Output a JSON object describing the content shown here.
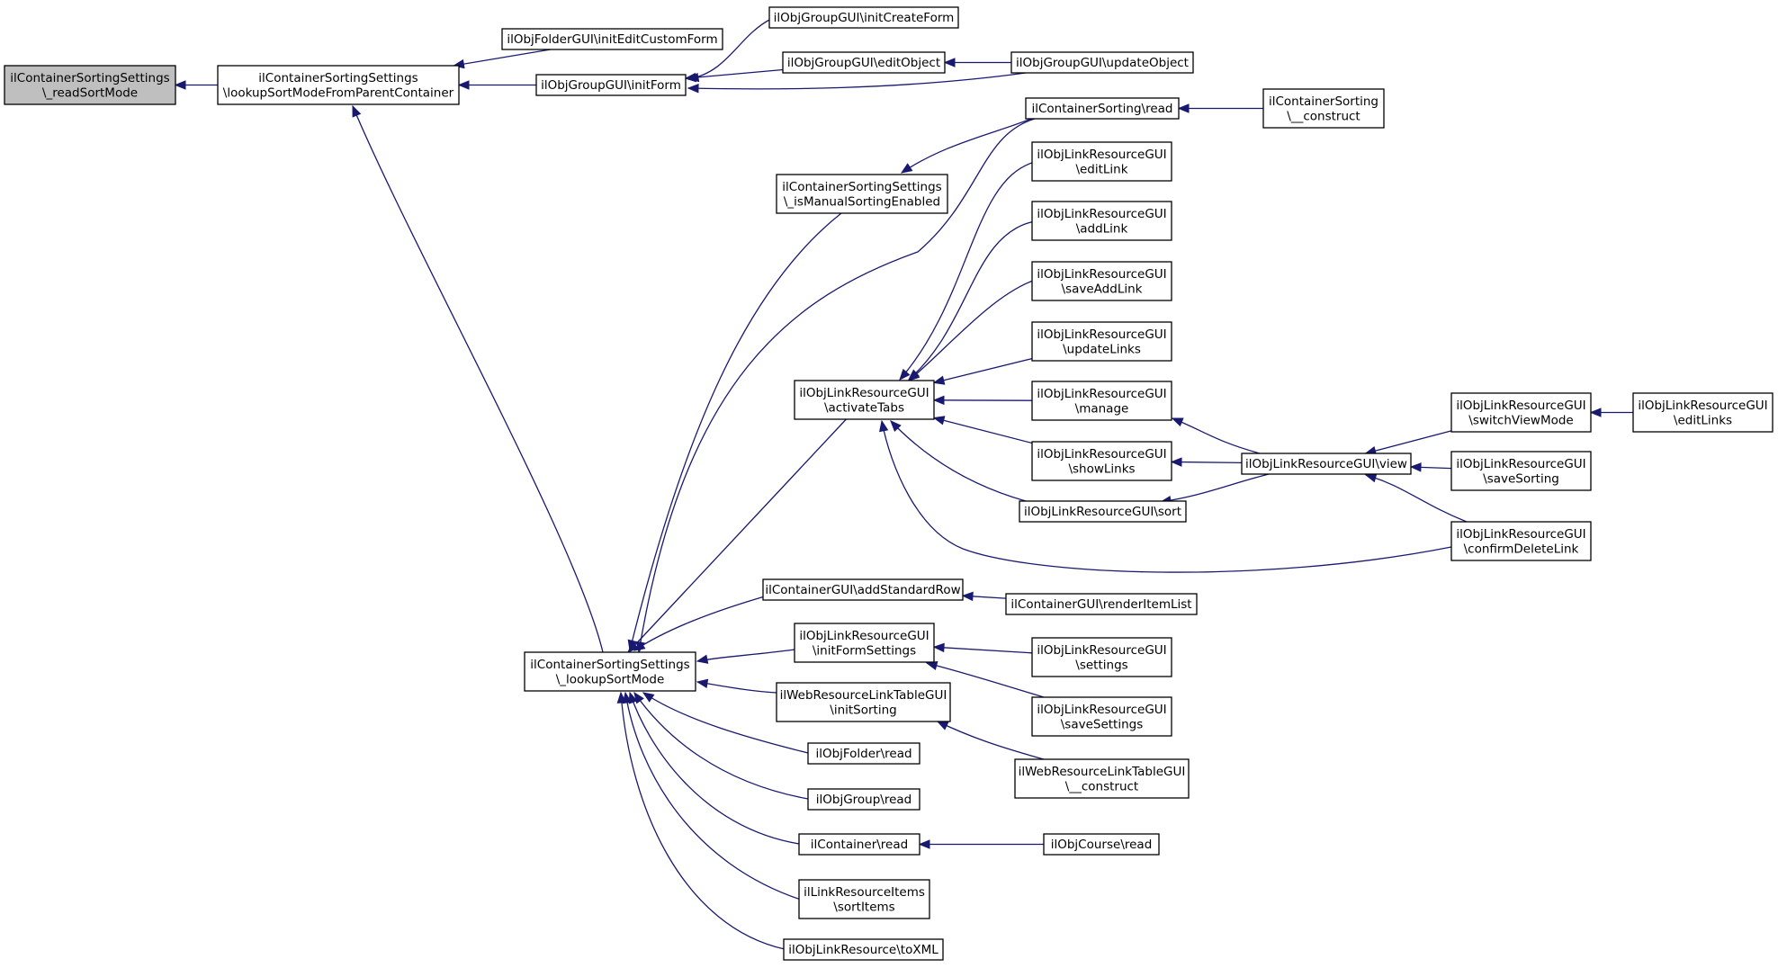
{
  "graph": {
    "nodes": [
      {
        "id": "readSortMode",
        "lines": [
          "ilContainerSortingSettings",
          "\\_readSortMode"
        ],
        "root": true
      },
      {
        "id": "lookupSortModeFromParent",
        "lines": [
          "ilContainerSortingSettings",
          "\\lookupSortModeFromParentContainer"
        ]
      },
      {
        "id": "folderInitEditCustomForm",
        "lines": [
          "ilObjFolderGUI\\initEditCustomForm"
        ]
      },
      {
        "id": "groupInitForm",
        "lines": [
          "ilObjGroupGUI\\initForm"
        ]
      },
      {
        "id": "groupInitCreateForm",
        "lines": [
          "ilObjGroupGUI\\initCreateForm"
        ]
      },
      {
        "id": "groupEditObject",
        "lines": [
          "ilObjGroupGUI\\editObject"
        ]
      },
      {
        "id": "groupUpdateObject",
        "lines": [
          "ilObjGroupGUI\\updateObject"
        ]
      },
      {
        "id": "lookupSortMode",
        "lines": [
          "ilContainerSortingSettings",
          "\\_lookupSortMode"
        ]
      },
      {
        "id": "isManualSortingEnabled",
        "lines": [
          "ilContainerSortingSettings",
          "\\_isManualSortingEnabled"
        ]
      },
      {
        "id": "containerSortingRead",
        "lines": [
          "ilContainerSorting\\read"
        ]
      },
      {
        "id": "containerSortingConstruct",
        "lines": [
          "ilContainerSorting",
          "\\__construct"
        ]
      },
      {
        "id": "lrActivateTabs",
        "lines": [
          "ilObjLinkResourceGUI",
          "\\activateTabs"
        ]
      },
      {
        "id": "lrEditLink",
        "lines": [
          "ilObjLinkResourceGUI",
          "\\editLink"
        ]
      },
      {
        "id": "lrAddLink",
        "lines": [
          "ilObjLinkResourceGUI",
          "\\addLink"
        ]
      },
      {
        "id": "lrSaveAddLink",
        "lines": [
          "ilObjLinkResourceGUI",
          "\\saveAddLink"
        ]
      },
      {
        "id": "lrUpdateLinks",
        "lines": [
          "ilObjLinkResourceGUI",
          "\\updateLinks"
        ]
      },
      {
        "id": "lrManage",
        "lines": [
          "ilObjLinkResourceGUI",
          "\\manage"
        ]
      },
      {
        "id": "lrShowLinks",
        "lines": [
          "ilObjLinkResourceGUI",
          "\\showLinks"
        ]
      },
      {
        "id": "lrSort",
        "lines": [
          "ilObjLinkResourceGUI\\sort"
        ]
      },
      {
        "id": "lrView",
        "lines": [
          "ilObjLinkResourceGUI\\view"
        ]
      },
      {
        "id": "lrSwitchViewMode",
        "lines": [
          "ilObjLinkResourceGUI",
          "\\switchViewMode"
        ]
      },
      {
        "id": "lrEditLinks",
        "lines": [
          "ilObjLinkResourceGUI",
          "\\editLinks"
        ]
      },
      {
        "id": "lrSaveSorting",
        "lines": [
          "ilObjLinkResourceGUI",
          "\\saveSorting"
        ]
      },
      {
        "id": "lrConfirmDeleteLink",
        "lines": [
          "ilObjLinkResourceGUI",
          "\\confirmDeleteLink"
        ]
      },
      {
        "id": "containerAddStandardRow",
        "lines": [
          "ilContainerGUI\\addStandardRow"
        ]
      },
      {
        "id": "containerRenderItemList",
        "lines": [
          "ilContainerGUI\\renderItemList"
        ]
      },
      {
        "id": "lrInitFormSettings",
        "lines": [
          "ilObjLinkResourceGUI",
          "\\initFormSettings"
        ]
      },
      {
        "id": "lrSettings",
        "lines": [
          "ilObjLinkResourceGUI",
          "\\settings"
        ]
      },
      {
        "id": "lrSaveSettings",
        "lines": [
          "ilObjLinkResourceGUI",
          "\\saveSettings"
        ]
      },
      {
        "id": "webResInitSorting",
        "lines": [
          "ilWebResourceLinkTableGUI",
          "\\initSorting"
        ]
      },
      {
        "id": "webResConstruct",
        "lines": [
          "ilWebResourceLinkTableGUI",
          "\\__construct"
        ]
      },
      {
        "id": "folderRead",
        "lines": [
          "ilObjFolder\\read"
        ]
      },
      {
        "id": "groupRead",
        "lines": [
          "ilObjGroup\\read"
        ]
      },
      {
        "id": "containerRead",
        "lines": [
          "ilContainer\\read"
        ]
      },
      {
        "id": "courseRead",
        "lines": [
          "ilObjCourse\\read"
        ]
      },
      {
        "id": "lrItemsSortItems",
        "lines": [
          "ilLinkResourceItems",
          "\\sortItems"
        ]
      },
      {
        "id": "lrToXML",
        "lines": [
          "ilObjLinkResource\\toXML"
        ]
      }
    ],
    "edges": [
      {
        "from": "lookupSortModeFromParent",
        "to": "readSortMode"
      },
      {
        "from": "folderInitEditCustomForm",
        "to": "lookupSortModeFromParent"
      },
      {
        "from": "groupInitForm",
        "to": "lookupSortModeFromParent"
      },
      {
        "from": "groupInitCreateForm",
        "to": "groupInitForm"
      },
      {
        "from": "groupEditObject",
        "to": "groupInitForm"
      },
      {
        "from": "groupUpdateObject",
        "to": "groupInitForm"
      },
      {
        "from": "groupUpdateObject",
        "to": "groupEditObject"
      },
      {
        "from": "lookupSortMode",
        "to": "lookupSortModeFromParent"
      },
      {
        "from": "containerSortingRead",
        "to": "isManualSortingEnabled"
      },
      {
        "from": "containerSortingConstruct",
        "to": "containerSortingRead"
      },
      {
        "from": "isManualSortingEnabled",
        "to": "lookupSortMode"
      },
      {
        "from": "containerSortingRead",
        "to": "lookupSortMode"
      },
      {
        "from": "lrActivateTabs",
        "to": "lookupSortMode"
      },
      {
        "from": "lrEditLink",
        "to": "lrActivateTabs"
      },
      {
        "from": "lrAddLink",
        "to": "lrActivateTabs"
      },
      {
        "from": "lrSaveAddLink",
        "to": "lrActivateTabs"
      },
      {
        "from": "lrUpdateLinks",
        "to": "lrActivateTabs"
      },
      {
        "from": "lrManage",
        "to": "lrActivateTabs"
      },
      {
        "from": "lrShowLinks",
        "to": "lrActivateTabs"
      },
      {
        "from": "lrSort",
        "to": "lrActivateTabs"
      },
      {
        "from": "lrConfirmDeleteLink",
        "to": "lrActivateTabs"
      },
      {
        "from": "lrView",
        "to": "lrManage"
      },
      {
        "from": "lrView",
        "to": "lrShowLinks"
      },
      {
        "from": "lrView",
        "to": "lrSort"
      },
      {
        "from": "lrSwitchViewMode",
        "to": "lrView"
      },
      {
        "from": "lrSaveSorting",
        "to": "lrView"
      },
      {
        "from": "lrConfirmDeleteLink",
        "to": "lrView"
      },
      {
        "from": "lrEditLinks",
        "to": "lrSwitchViewMode"
      },
      {
        "from": "containerAddStandardRow",
        "to": "lookupSortMode"
      },
      {
        "from": "containerRenderItemList",
        "to": "containerAddStandardRow"
      },
      {
        "from": "lrInitFormSettings",
        "to": "lookupSortMode"
      },
      {
        "from": "lrSettings",
        "to": "lrInitFormSettings"
      },
      {
        "from": "lrSaveSettings",
        "to": "lrInitFormSettings"
      },
      {
        "from": "webResInitSorting",
        "to": "lookupSortMode"
      },
      {
        "from": "webResConstruct",
        "to": "webResInitSorting"
      },
      {
        "from": "folderRead",
        "to": "lookupSortMode"
      },
      {
        "from": "groupRead",
        "to": "lookupSortMode"
      },
      {
        "from": "containerRead",
        "to": "lookupSortMode"
      },
      {
        "from": "courseRead",
        "to": "containerRead"
      },
      {
        "from": "lrItemsSortItems",
        "to": "lookupSortMode"
      },
      {
        "from": "lrToXML",
        "to": "lookupSortMode"
      }
    ],
    "colors": {
      "edge": "#191970",
      "node_border": "#000000",
      "root_fill": "#bfbfbf",
      "node_fill": "#ffffff"
    }
  }
}
